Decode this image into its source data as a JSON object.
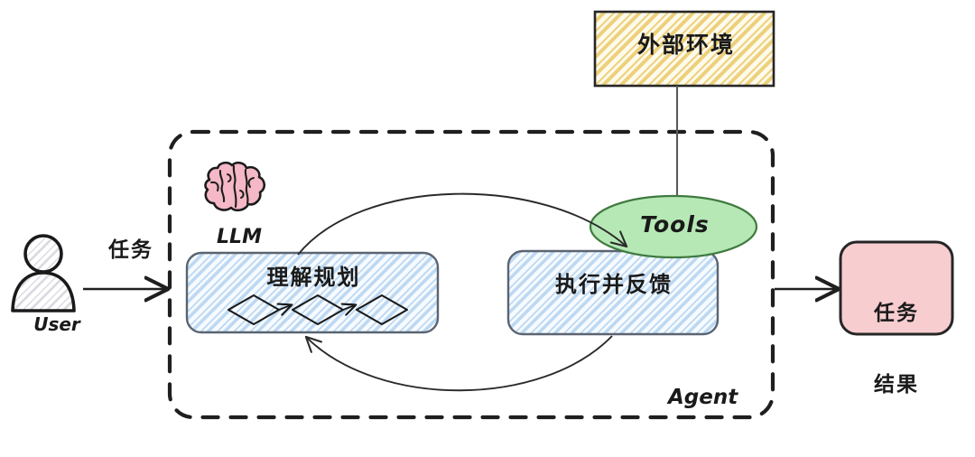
{
  "diagram": {
    "title_text": "Agent",
    "nodes": {
      "external_environment": {
        "label": "外部环境",
        "shape": "rectangle",
        "fill_color": "#fdf3cd",
        "pattern": "cross-hatch",
        "pattern_color": "#e8c96a",
        "stroke_color": "#262626"
      },
      "tools": {
        "label": "Tools",
        "shape": "ellipse",
        "fill_color": "#b6e8b6",
        "stroke_color": "#3f7a3f"
      },
      "planning": {
        "label": "理解规划",
        "shape": "rounded-rectangle",
        "fill_color": "#eaf2fd",
        "pattern": "cross-hatch",
        "pattern_color": "#b8d3f0",
        "stroke_color": "#5a6472"
      },
      "execution": {
        "label": "执行并反馈",
        "shape": "rounded-rectangle",
        "fill_color": "#eaf2fd",
        "pattern": "cross-hatch",
        "pattern_color": "#b8d3f0",
        "stroke_color": "#5a6472"
      },
      "task_result": {
        "label": "任务\n结果",
        "line1": "任务",
        "line2": "结果",
        "shape": "rounded-rectangle",
        "fill_color": "#f7cdd0",
        "stroke_color": "#262626"
      },
      "llm": {
        "label": "LLM",
        "icon": "brain-icon",
        "icon_color": "#f4b8c6"
      },
      "user": {
        "label": "User",
        "icon": "user-actor-icon",
        "pattern": "cross-hatch",
        "stroke_color": "#1a1a1a"
      },
      "agent_boundary": {
        "label": "Agent",
        "shape": "dashed-rounded-rectangle",
        "stroke_color": "#1f1f1f",
        "stroke_style": "dashed"
      }
    },
    "edges": [
      {
        "from": "user",
        "to": "agent_boundary",
        "label": "任务",
        "style": "solid-arrow"
      },
      {
        "from": "external_environment",
        "to": "tools",
        "label": "",
        "style": "solid-line"
      },
      {
        "from": "planning",
        "to": "tools",
        "label": "",
        "style": "curved-arrow"
      },
      {
        "from": "execution",
        "to": "planning",
        "label": "",
        "style": "curved-arrow"
      },
      {
        "from": "planning",
        "to": "planning",
        "label": "",
        "style": "diamond-chain"
      },
      {
        "from": "agent_boundary",
        "to": "task_result",
        "label": "",
        "style": "solid-arrow"
      }
    ],
    "inner_steps": {
      "count": 3,
      "shape": "diamond",
      "connector": "arrow"
    }
  }
}
